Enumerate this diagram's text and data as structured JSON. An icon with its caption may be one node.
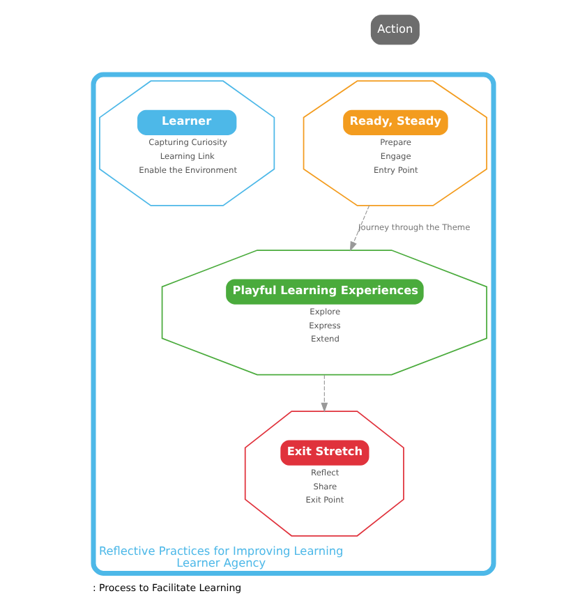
{
  "diagram": {
    "caption": ": Process to Facilitate Learning",
    "nodes": [
      {
        "text": [
          "Action"
        ]
      },
      {
        "text": [
          "Reflective Practices for Improving Learning",
          "Learner Agency"
        ]
      },
      {
        "text": [
          "Ready, Steady",
          "Prepare",
          "Engage",
          "Entry Point"
        ],
        "in": 1
      },
      {
        "text": [
          "Learner",
          "Capturing Curiosity",
          "Learning Link",
          "Enable the Environment"
        ],
        "in": 1
      },
      {
        "text": [
          "Exit Stretch",
          "Reflect",
          "Share",
          "Exit Point"
        ],
        "in": 1
      },
      {
        "text": [
          "Playful Learning Experiences",
          "Explore",
          "Express",
          "Extend"
        ],
        "in": 1
      }
    ],
    "edges": [
      {
        "from": 2,
        "to": 5,
        "arrow": "to",
        "style": "dashed",
        "label": "Journey through the Theme"
      },
      {
        "from": 5,
        "to": 4,
        "arrow": "to",
        "style": "dashed"
      }
    ]
  }
}
